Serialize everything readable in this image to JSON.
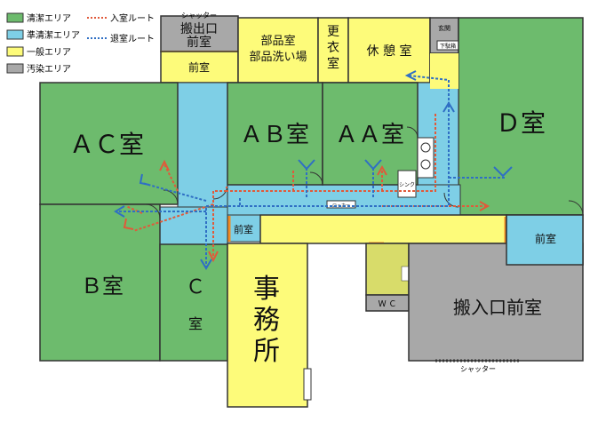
{
  "legend": {
    "clean": "清潔エリア",
    "semi_clean": "準清潔エリア",
    "general": "一般エリア",
    "contaminated": "汚染エリア",
    "entry_route": "入室ルート",
    "exit_route": "退室ルート"
  },
  "rooms": {
    "shutter_top": "シャッター",
    "carry_out_front": "搬出口\n前室",
    "carry_out_front_small": "前室",
    "parts_room": "部品室\n部品洗い場",
    "changing_room": "更\n衣\n室",
    "rest_room": "休 憩 室",
    "entrance": "玄関",
    "shoe_box": "下駄箱",
    "ac_room": "ＡＣ室",
    "ab_room": "ＡＢ室",
    "aa_room": "ＡＡ室",
    "d_room": "Ｄ室",
    "b_room": "Ｂ室",
    "c_room_1": "Ｃ",
    "c_room_2": "室",
    "front_left": "前室",
    "front_right": "前室",
    "office": "事\n務\n所",
    "wc": "Ｗ Ｃ",
    "carry_in_front": "搬入口前室",
    "shutter_bottom": "シャッター",
    "sink_label": "シンク",
    "locker_label": "ロッカー"
  },
  "colors": {
    "clean": "#6dbb6d",
    "semi_clean": "#7ecfe6",
    "general": "#fdfb7a",
    "contaminated": "#a8a8a8",
    "entry_route": "#e05a3a",
    "exit_route": "#2f6fc4"
  }
}
